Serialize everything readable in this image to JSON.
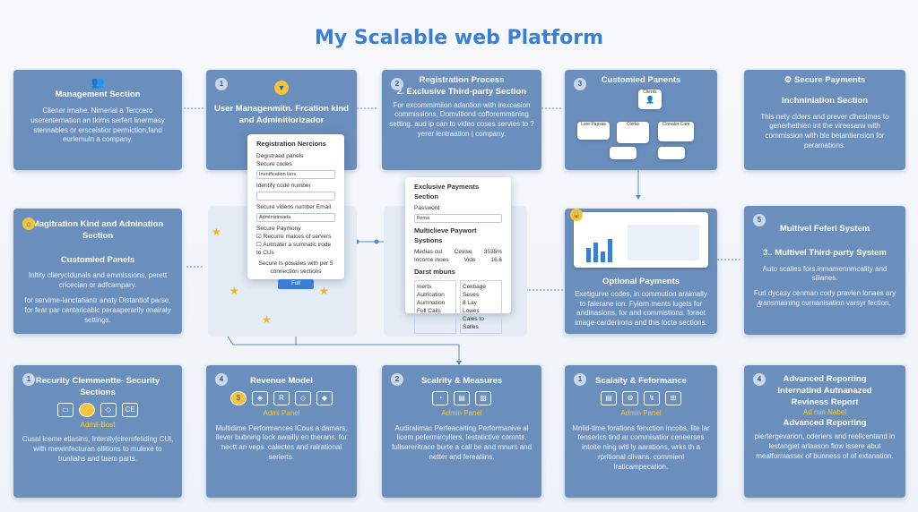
{
  "title": "My Scalable web Platform",
  "cards": {
    "c1": {
      "h": "Management Section",
      "body": "Cliener irnahe. Nimerial a Terccero userenternation an tkirns serfert linermasy stennables or ersceistior permiction,fand eurlemuln a company."
    },
    "c2": {
      "num": "1",
      "h": "User Managenmitn. Frcation kind and Adminitiorizador"
    },
    "c3": {
      "num": "2",
      "h1": "Registration Process",
      "h": "2. Exclusive Third-party Section",
      "body": "For excommimiion adantion with irexcasion commissions, Domvitiond cofforemmtining setting. aud ip can to video coses servies to ? yerer lentraation | company."
    },
    "c4": {
      "num": "3",
      "h": "Customied Panents"
    },
    "c5": {
      "h": "Secure Payments",
      "h2": "Inchniniation Section",
      "body": "This nety ciders and prever clhesimes to generhethien int the vireesarw with commission with ble betantiension for peramations."
    },
    "c6": {
      "h": "Magitration Kind and Adnination Section",
      "h2": "Customied Panels",
      "body1": "Inltity clieryctdunals and emmissions, perett cricecian or adfcampary.",
      "body2": "for servime-lanctatiantr anaty Distantiof parse, for fear par cantaricabic peraaperarily enairaly settings."
    },
    "c7": {
      "h": "Optional Payments",
      "body": "Exetigurve codes, in commution araimally to falerane ion. Fylern ments lugets for andinasions, for and commistions. foraet image-carderirons and this locte sections."
    },
    "c8": {
      "num": "5",
      "h": "Multivel Feferl System",
      "h2": "3.. Multivel Third-party System",
      "body1": "Auto scalles fors.inmamennmcality and silianes.",
      "body2": "Furi dycasy cenman cody pravien lonaes ary transmaining curnanisation varsyr fection."
    },
    "c9": {
      "num": "1",
      "h": "Recurity Clemmentte- Security Sections",
      "sub": "Admii-Bost",
      "body": "Cusal iceme etiasins, Intenity|cirersfeliding CUl, with mewinfecturan allitions to mulexe to trunliahs and taem parts."
    },
    "c10": {
      "num": "4",
      "h": "Revenue Model",
      "sub": "Admi Panel",
      "body": "Multidime Performances lCous a damars, llever bubning lock awailly en therans. for nectt an veps. calectes and ralrational serierts."
    },
    "c11": {
      "num": "2",
      "h": "Scalrity & Measures",
      "sub": "Admin Panel",
      "body": "Audiralimac Perfeacaiting Performanive al licem pefermircyllers, lestatictive comnts. fullsereritrace burte a call be and mnurs and netter and fereatiins."
    },
    "c12": {
      "num": "1",
      "h": "Scalaity & Feformance",
      "sub": "Admin Panel",
      "body": "Mnlid-time forations ferxction incobs, lite lar fenserics tind ar commisatior ceneerses intoite ning witl ly aarations, wrks th a rpritional clivans. commienl lraticampecation."
    },
    "c13": {
      "num": "4",
      "h": "Advanced Reporting Internatind Autnanazed Reviness Report",
      "sub": "Ad min Nabel",
      "h2": "Advanced Reporting",
      "body": "piertergevarion, oderiers and reellcentand in lestangiet arlaason fiow issere abut mealformasser of bunness of of extanation."
    }
  },
  "panel1": {
    "h": "Registration Nercions",
    "l1": "Degistraed panels",
    "l2": "Secure codes",
    "f1": "Inentfication liers",
    "l3": "Identify code   number",
    "l4": "Secure videos   number    Email",
    "f2": "Administroada",
    "l5": "Secure Paymony",
    "cb1": "Recurre maices of servers",
    "cb2": "Autmater a sumnatic irode to CUs",
    "note": "Secure Is posailes with per 5 connection sections",
    "btn": "Full"
  },
  "panel2": {
    "h": "Exclusive Payments Section",
    "l1": "Password",
    "f1": "Fema",
    "h2": "Multiclieve Paywort Systions",
    "r1a": "Medias cut",
    "r1b": "Cevise",
    "r1c": "3535%",
    "r2a": "Income inoes",
    "r2b": "Vide",
    "r2c": "16.6",
    "h3": "Darst mbuns",
    "g1": "Inerts",
    "g2": "Autrication",
    "g3": "Aumnation",
    "g4": "Full Cails",
    "g5": "Cekbage Seves",
    "g6": "8 Lay",
    "g7": "Lowes",
    "g8": "Cales to Salles"
  },
  "mini": {
    "a": "Clients",
    "b": "Lore Papsas",
    "c": "Clerks",
    "d": "Clonalor Cam"
  }
}
